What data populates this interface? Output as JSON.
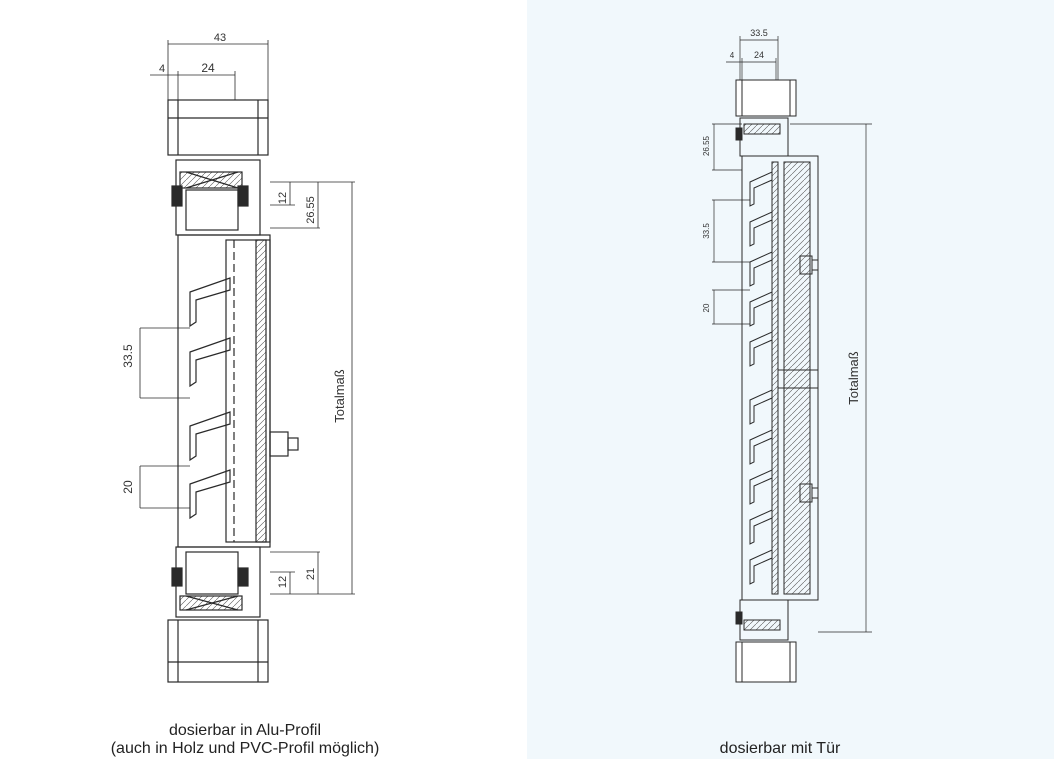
{
  "left_drawing": {
    "dims": {
      "overall_width": "43",
      "wall": "4",
      "inner": "24",
      "top_gap": "12",
      "top_offset": "26.55",
      "pitch": "33.5",
      "blade": "20",
      "bottom_offset": "21",
      "bottom_gap": "12"
    },
    "total_label": "Totalmaß",
    "caption_line1": "dosierbar in Alu-Profil",
    "caption_line2": "(auch in Holz und PVC-Profil möglich)"
  },
  "right_drawing": {
    "dims": {
      "overall_width": "33.5",
      "wall": "4",
      "inner": "24",
      "top_offset": "26.55",
      "pitch": "33.5",
      "blade": "20"
    },
    "total_label": "Totalmaß",
    "caption": "dosierbar mit Tür"
  },
  "colors": {
    "line": "#2a2a2a",
    "right_background": "#f1f8fc"
  }
}
